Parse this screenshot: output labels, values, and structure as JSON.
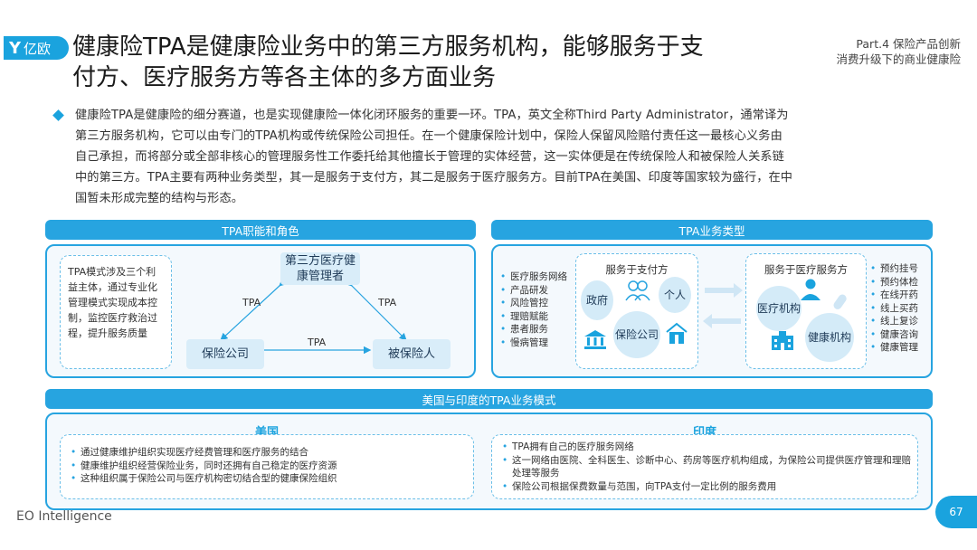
{
  "header": {
    "logo_mark": "Y",
    "logo_text": "亿欧",
    "title_line1": "健康险TPA是健康险业务中的第三方服务机构，能够服务于支",
    "title_line2": "付方、医疗服务方等各主体的多方面业务",
    "part_label": "Part.4 保险产品创新",
    "part_sub": "消费升级下的商业健康险"
  },
  "intro": {
    "lines": [
      "健康险TPA是健康险的细分赛道，也是实现健康险一体化闭环服务的重要一环。TPA，英文全称Third Party Administrator，通常译为",
      "第三方服务机构，它可以由专门的TPA机构或传统保险公司担任。在一个健康保险计划中，保险人保留风险赔付责任这一最核心义务由",
      "自己承担，而将部分或全部非核心的管理服务性工作委托给其他擅长于管理的实体经营，这一实体便是在传统保险人和被保险人关系链",
      "中的第三方。TPA主要有两种业务类型，其一是服务于支付方，其二是服务于医疗服务方。目前TPA在美国、印度等国家较为盛行，在中",
      "国暂未形成完整的结构与形态。"
    ]
  },
  "roles": {
    "bar_title": "TPA职能和角色",
    "desc": "TPA模式涉及三个利益主体，通过专业化管理模式实现成本控制，监控医疗救治过程，提升服务质量",
    "node_top": "第三方医疗健康管理者",
    "node_left": "保险公司",
    "node_right": "被保险人",
    "edge_left": "TPA",
    "edge_right": "TPA",
    "edge_bottom": "TPA"
  },
  "types": {
    "bar_title": "TPA业务类型",
    "payer_items": [
      "医疗服务网络",
      "产品研发",
      "风险管控",
      "理赔赋能",
      "患者服务",
      "慢病管理"
    ],
    "payer_title": "服务于支付方",
    "payer_gov": "政府",
    "payer_person": "个人",
    "payer_insurer": "保险公司",
    "provider_title": "服务于医疗服务方",
    "provider_org": "医疗机构",
    "provider_health": "健康机构",
    "provider_items": [
      "预约挂号",
      "预约体检",
      "在线开药",
      "线上买药",
      "线上复诊",
      "健康咨询",
      "健康管理"
    ]
  },
  "modes": {
    "bar_title": "美国与印度的TPA业务模式",
    "us_title": "美国",
    "us_items": [
      "通过健康维护组织实现医疗经费管理和医疗服务的结合",
      "健康维护组织经营保险业务，同时还拥有自己稳定的医疗资源",
      "这种组织属于保险公司与医疗机构密切结合型的健康保险组织"
    ],
    "india_title": "印度",
    "india_items": [
      "TPA拥有自己的医疗服务网络",
      "这一网络由医院、全科医生、诊断中心、药房等医疗机构组成，为保险公司提供医疗管理和理赔处理等服务",
      "保险公司根据保费数量与范围，向TPA支付一定比例的服务费用"
    ]
  },
  "footer": {
    "brand": "EO Intelligence",
    "page": "67"
  },
  "colors": {
    "accent": "#27a4e0",
    "node_fill": "#d9edf9"
  }
}
